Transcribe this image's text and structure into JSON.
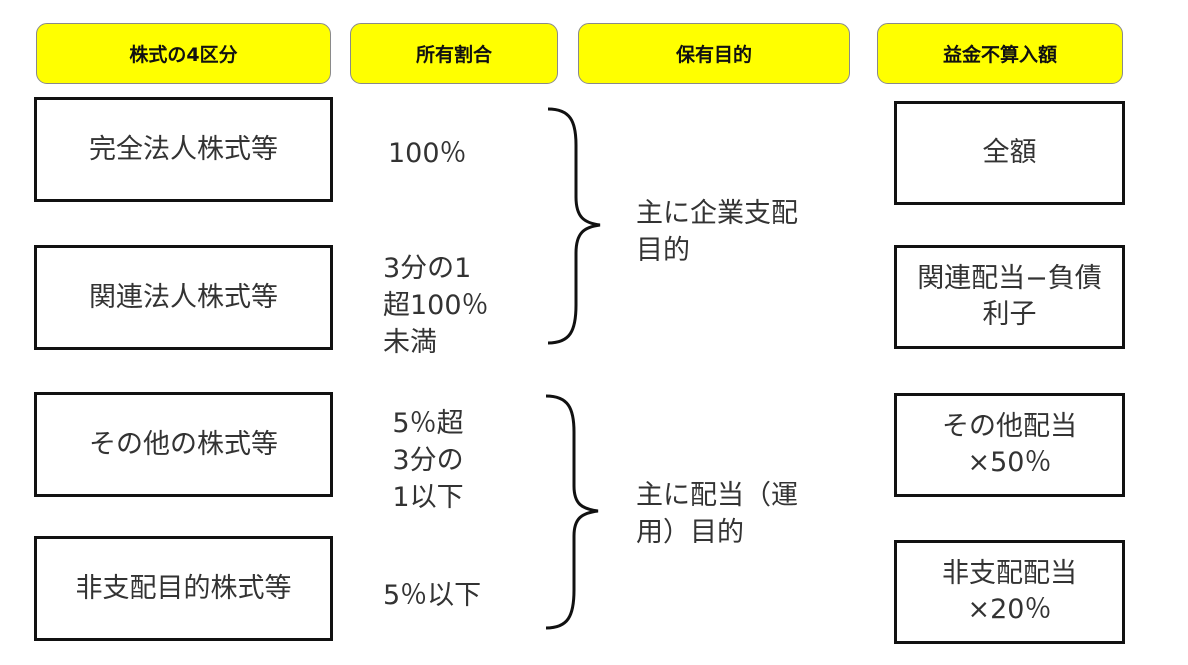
{
  "headers": {
    "category": "株式の4区分",
    "ownership": "所有割合",
    "purpose": "保有目的",
    "exclusion": "益金不算入額"
  },
  "rows": [
    {
      "category": "完全法人株式等",
      "ownership": [
        "100％"
      ],
      "exclusion": [
        "全額"
      ]
    },
    {
      "category": "関連法人株式等",
      "ownership": [
        "3分の1",
        "超100％",
        "未満"
      ],
      "exclusion": [
        "関連配当−負債",
        "利子"
      ]
    },
    {
      "category": "その他の株式等",
      "ownership": [
        "5％超",
        "3分の",
        "1以下"
      ],
      "exclusion": [
        "その他配当",
        "×50％"
      ]
    },
    {
      "category": "非支配目的株式等",
      "ownership": [
        "5％以下"
      ],
      "exclusion": [
        "非支配配当",
        "×20％"
      ]
    }
  ],
  "purposes": [
    {
      "lines": [
        "主に企業支配",
        "目的"
      ]
    },
    {
      "lines": [
        "主に配当（運",
        "用）目的"
      ]
    }
  ],
  "colors": {
    "header_fill": "#ffff00",
    "box_border": "#111111"
  }
}
